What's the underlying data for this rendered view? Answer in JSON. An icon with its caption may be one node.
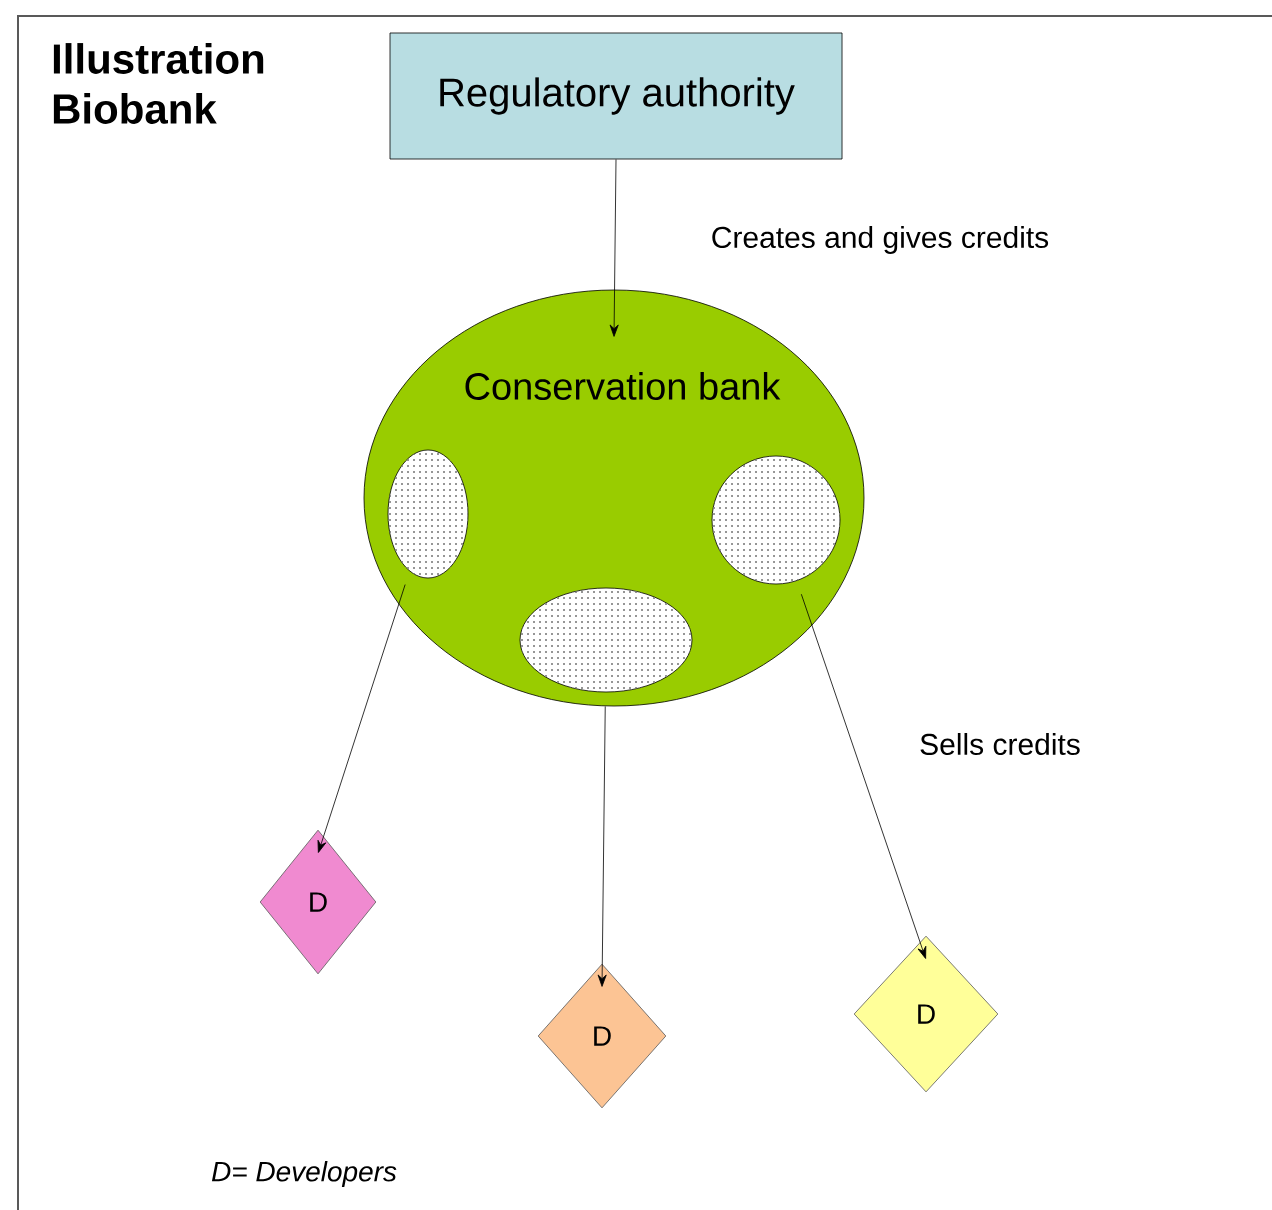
{
  "diagram": {
    "title": "Illustration Biobank",
    "nodes": [
      {
        "text": [
          "Regulatory authority"
        ]
      },
      {
        "text": [
          "Conservation bank"
        ]
      },
      {
        "text": [],
        "shape": "ellipse",
        "in": 1
      },
      {
        "text": [],
        "shape": "ellipse",
        "in": 1
      },
      {
        "text": [],
        "shape": "ellipse",
        "in": 1
      },
      {
        "text": [
          "D"
        ]
      },
      {
        "text": [
          "D"
        ]
      },
      {
        "text": [
          "D"
        ]
      }
    ],
    "edges": [
      {
        "from": 0,
        "to": 1,
        "arrow": "to",
        "label": "Creates and gives credits"
      },
      {
        "from": 2,
        "to": 5,
        "arrow": "to"
      },
      {
        "from": 3,
        "to": 6,
        "arrow": "to"
      },
      {
        "from": 4,
        "to": 7,
        "arrow": "to",
        "label": "Sells credits"
      }
    ],
    "labels": [
      "D= Developers"
    ]
  }
}
